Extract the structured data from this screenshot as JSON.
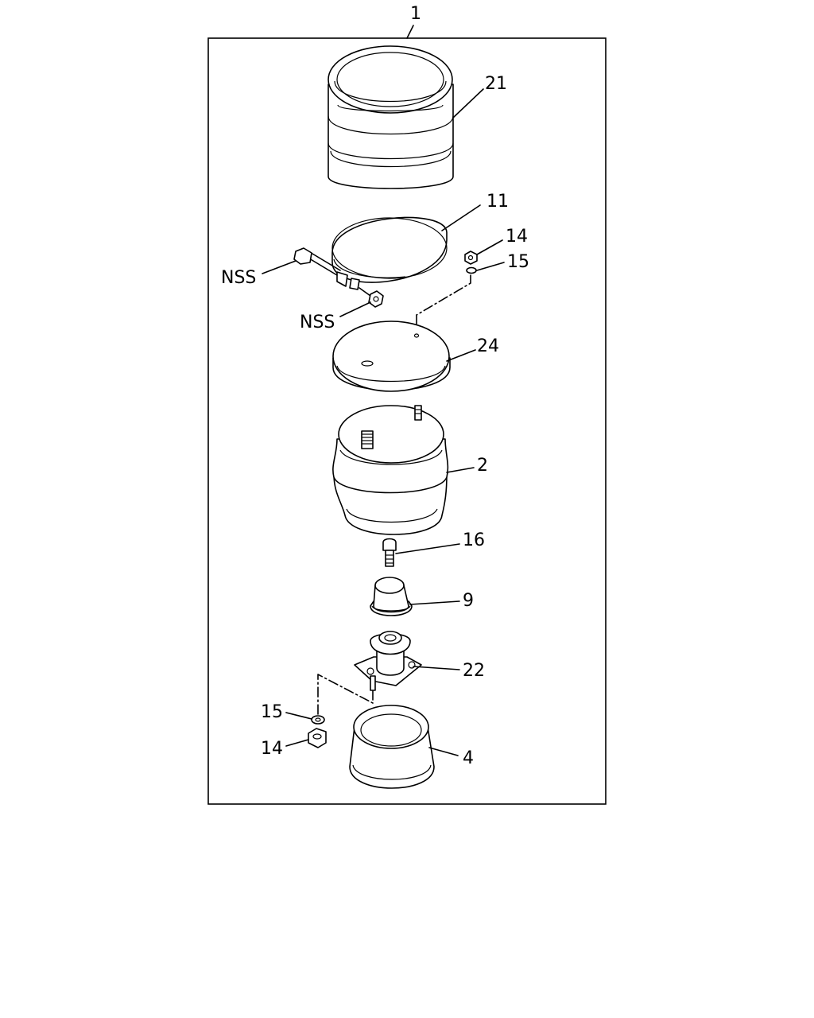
{
  "labels": {
    "assembly": "1",
    "cover_ring": "21",
    "clamp_band": "11",
    "band_nut_top": "14",
    "band_washer_top": "15",
    "nss_bolt": "NSS",
    "nss_nut": "NSS",
    "upper_plate": "24",
    "air_bellows": "2",
    "bolt": "16",
    "bump_stop": "9",
    "piston_mount": "22",
    "washer_lower": "15",
    "nut_lower": "14",
    "lower_cup": "4"
  }
}
